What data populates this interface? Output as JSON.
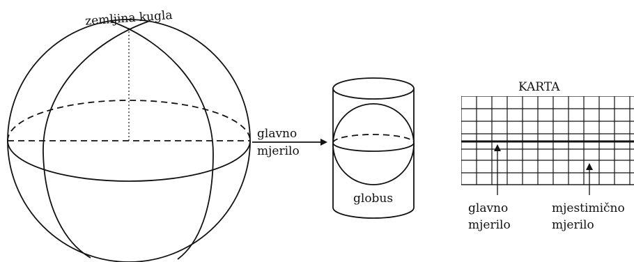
{
  "labels": {
    "earth": "zemljina kugla",
    "main_scale_1": "glavno",
    "main_scale_2": "mjerilo",
    "globe": "globus",
    "map_title": "KARTA",
    "map_main_scale_1": "glavno",
    "map_main_scale_2": "mjerilo",
    "local_scale_1": "mjestimično",
    "local_scale_2": "mjerilo"
  }
}
